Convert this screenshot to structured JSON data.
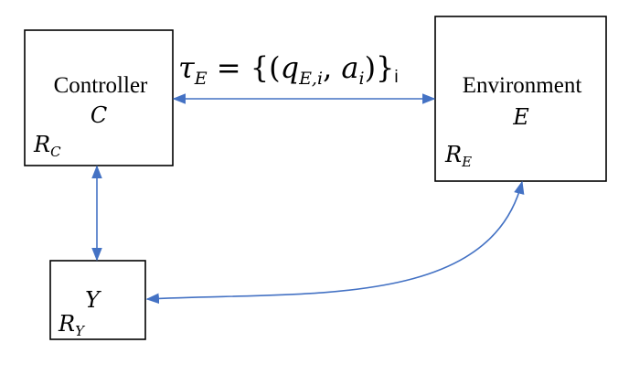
{
  "colors": {
    "arrow": "#4472c4",
    "box_stroke": "#000000",
    "text": "#000000"
  },
  "nodes": {
    "controller": {
      "label": "Controller",
      "symbol": "C",
      "region_main": "R",
      "region_sub": "C"
    },
    "environment": {
      "label": "Environment",
      "symbol": "E",
      "region_main": "R",
      "region_sub": "E"
    },
    "y_node": {
      "symbol": "Y",
      "region_main": "R",
      "region_sub": "Y"
    }
  },
  "formula": {
    "tau": "τ",
    "tau_sub": "E",
    "equals_open": " = {(",
    "q": "q",
    "q_sub": "E,i",
    "comma": ", ",
    "a": "a",
    "a_sub": "i",
    "close": ")}",
    "tail": "i"
  },
  "connections": [
    {
      "from": "controller",
      "to": "environment",
      "directed": "both"
    },
    {
      "from": "controller",
      "to": "y_node",
      "directed": "both"
    },
    {
      "from": "environment",
      "to": "y_node",
      "directed": "both"
    }
  ]
}
